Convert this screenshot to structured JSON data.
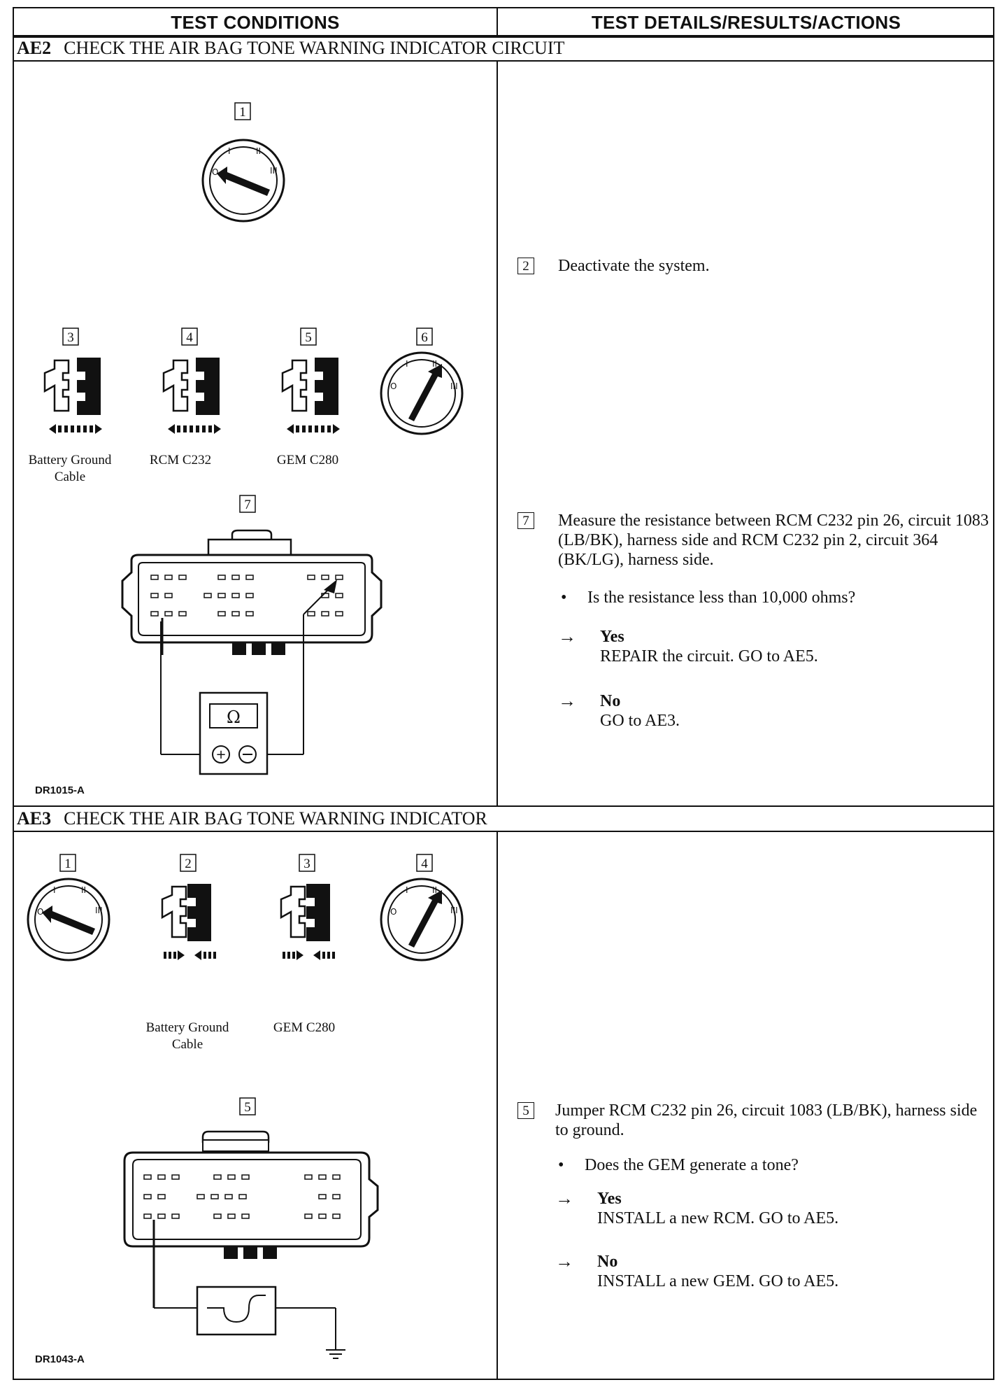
{
  "header": {
    "col1": "TEST CONDITIONS",
    "col2": "TEST DETAILS/RESULTS/ACTIONS"
  },
  "sections": [
    {
      "code": "AE2",
      "title": "CHECK THE AIR BAG TONE WARNING INDICATOR CIRCUIT",
      "figure": {
        "step_numbers": [
          "1",
          "3",
          "4",
          "5",
          "6",
          "7"
        ],
        "connector_labels": [
          "Battery Ground Cable",
          "RCM C232",
          "GEM C280"
        ],
        "meter_symbol": "Ω",
        "code": "DR1015-A"
      },
      "steps": [
        {
          "num": "2",
          "text": "Deactivate the system."
        },
        {
          "num": "7",
          "text": "Measure the resistance between RCM C232 pin 26, circuit 1083 (LB/BK), harness side and RCM C232 pin 2, circuit 364 (BK/LG), harness side."
        }
      ],
      "question": "Is the resistance less than 10,000 ohms?",
      "answers": [
        {
          "label": "Yes",
          "action": "REPAIR the circuit. GO to AE5."
        },
        {
          "label": "No",
          "action": "GO to AE3."
        }
      ]
    },
    {
      "code": "AE3",
      "title": "CHECK THE AIR BAG TONE WARNING INDICATOR",
      "figure": {
        "step_numbers": [
          "1",
          "2",
          "3",
          "4",
          "5"
        ],
        "connector_labels": [
          "Battery Ground Cable",
          "GEM C280"
        ],
        "code": "DR1043-A"
      },
      "steps": [
        {
          "num": "5",
          "text": "Jumper RCM C232 pin 26, circuit 1083 (LB/BK), harness side to ground."
        }
      ],
      "question": "Does the GEM generate a tone?",
      "answers": [
        {
          "label": "Yes",
          "action": "INSTALL a new RCM. GO to AE5."
        },
        {
          "label": "No",
          "action": "INSTALL a new GEM. GO to AE5."
        }
      ]
    }
  ],
  "symbols": {
    "bullet": "•",
    "arrow": "→"
  }
}
